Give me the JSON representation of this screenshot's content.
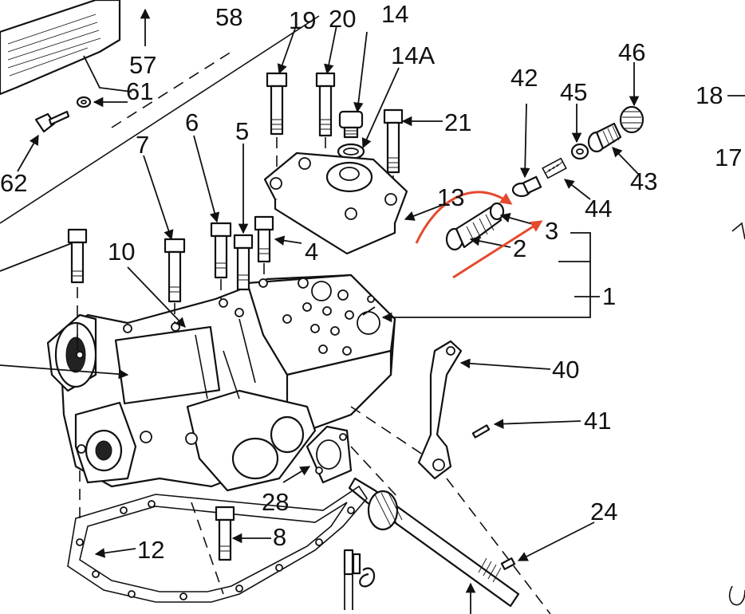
{
  "labels": {
    "n58": "58",
    "n57": "57",
    "n61": "61",
    "n62": "62",
    "n19": "19",
    "n20": "20",
    "n14": "14",
    "n14a": "14A",
    "n21": "21",
    "n13": "13",
    "n42": "42",
    "n45": "45",
    "n46": "46",
    "n44": "44",
    "n43": "43",
    "n3": "3",
    "n2": "2",
    "n1": "1",
    "n18": "18",
    "n17": "17",
    "n7": "7",
    "n6": "6",
    "n5": "5",
    "n4": "4",
    "n10": "10",
    "n40": "40",
    "n41": "41",
    "n28": "28",
    "n24": "24",
    "n12": "12",
    "n8": "8"
  },
  "colors": {
    "line": "#111111",
    "annotation_arrow": "#e5492e",
    "paper": "#ffffff"
  }
}
